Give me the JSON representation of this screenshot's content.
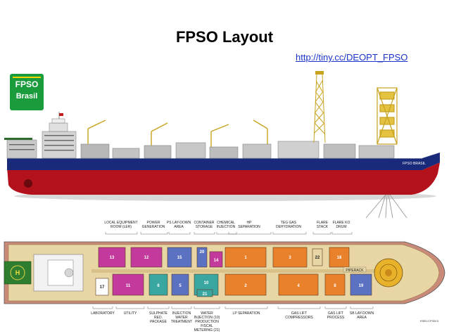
{
  "title": "FPSO Layout",
  "link": "http://tiny.cc/DEOPT_FPSO",
  "logo": {
    "line1": "FPSO",
    "line2": "Brasil"
  },
  "ship": {
    "bow_name": "FPSO BRASIL",
    "hull_color": "#b3111c",
    "deck_color": "#1a2a7a"
  },
  "plan": {
    "top_labels": [
      {
        "l1": "LOCAL EQUIPMENT",
        "l2": "ROOM (LER)"
      },
      {
        "l1": "POWER",
        "l2": "GENERATION"
      },
      {
        "l1": "PS LAY-DOWN",
        "l2": "AREA"
      },
      {
        "l1": "CONTAINER",
        "l2": "STORAGE"
      },
      {
        "l1": "CHEMICAL",
        "l2": "INJECTION"
      },
      {
        "l1": "HP",
        "l2": "SEPARATION"
      },
      {
        "l1": "TEG GAS",
        "l2": "DEHYDRATION"
      },
      {
        "l1": "FLARE",
        "l2": "STACK"
      },
      {
        "l1": "FLARE KO",
        "l2": "DRUM"
      }
    ],
    "bottom_labels": [
      {
        "lines": [
          "LABORATORY"
        ]
      },
      {
        "lines": [
          "UTILITY"
        ]
      },
      {
        "lines": [
          "SULPHATE",
          "RED.",
          "PACKAGE"
        ]
      },
      {
        "lines": [
          "INJECTION",
          "WATER",
          "TREATMENT"
        ]
      },
      {
        "lines": [
          "WATER",
          "INJECTION (10)",
          "PRODUCTION",
          "FISCAL",
          "METERING (21)"
        ]
      },
      {
        "lines": [
          "LP SEPARATION"
        ]
      },
      {
        "lines": [
          "GAS LIFT",
          "COMPRESSORS"
        ]
      },
      {
        "lines": [
          "GAS LIFT",
          "PROCESS"
        ]
      },
      {
        "lines": [
          "SB LAY-DOWN",
          "AREA"
        ]
      }
    ],
    "module_numbers": [
      "13",
      "12",
      "15",
      "20",
      "14",
      "1",
      "3",
      "22",
      "18",
      "17",
      "11",
      "6",
      "5",
      "10",
      "21",
      "2",
      "4",
      "8",
      "19"
    ],
    "helideck_letter": "H",
    "piperack_label": "PIPERACK",
    "corner_code": "H3S0-CFSW-0"
  },
  "colors": {
    "link": "#1a33c8",
    "logo": "#1a9b3c",
    "magenta": "#c23a9b",
    "orange": "#e8812a",
    "blue": "#5b72c2",
    "teal": "#3aa6a0",
    "deck": "#e8d6a4",
    "hull": "#c98a78"
  }
}
